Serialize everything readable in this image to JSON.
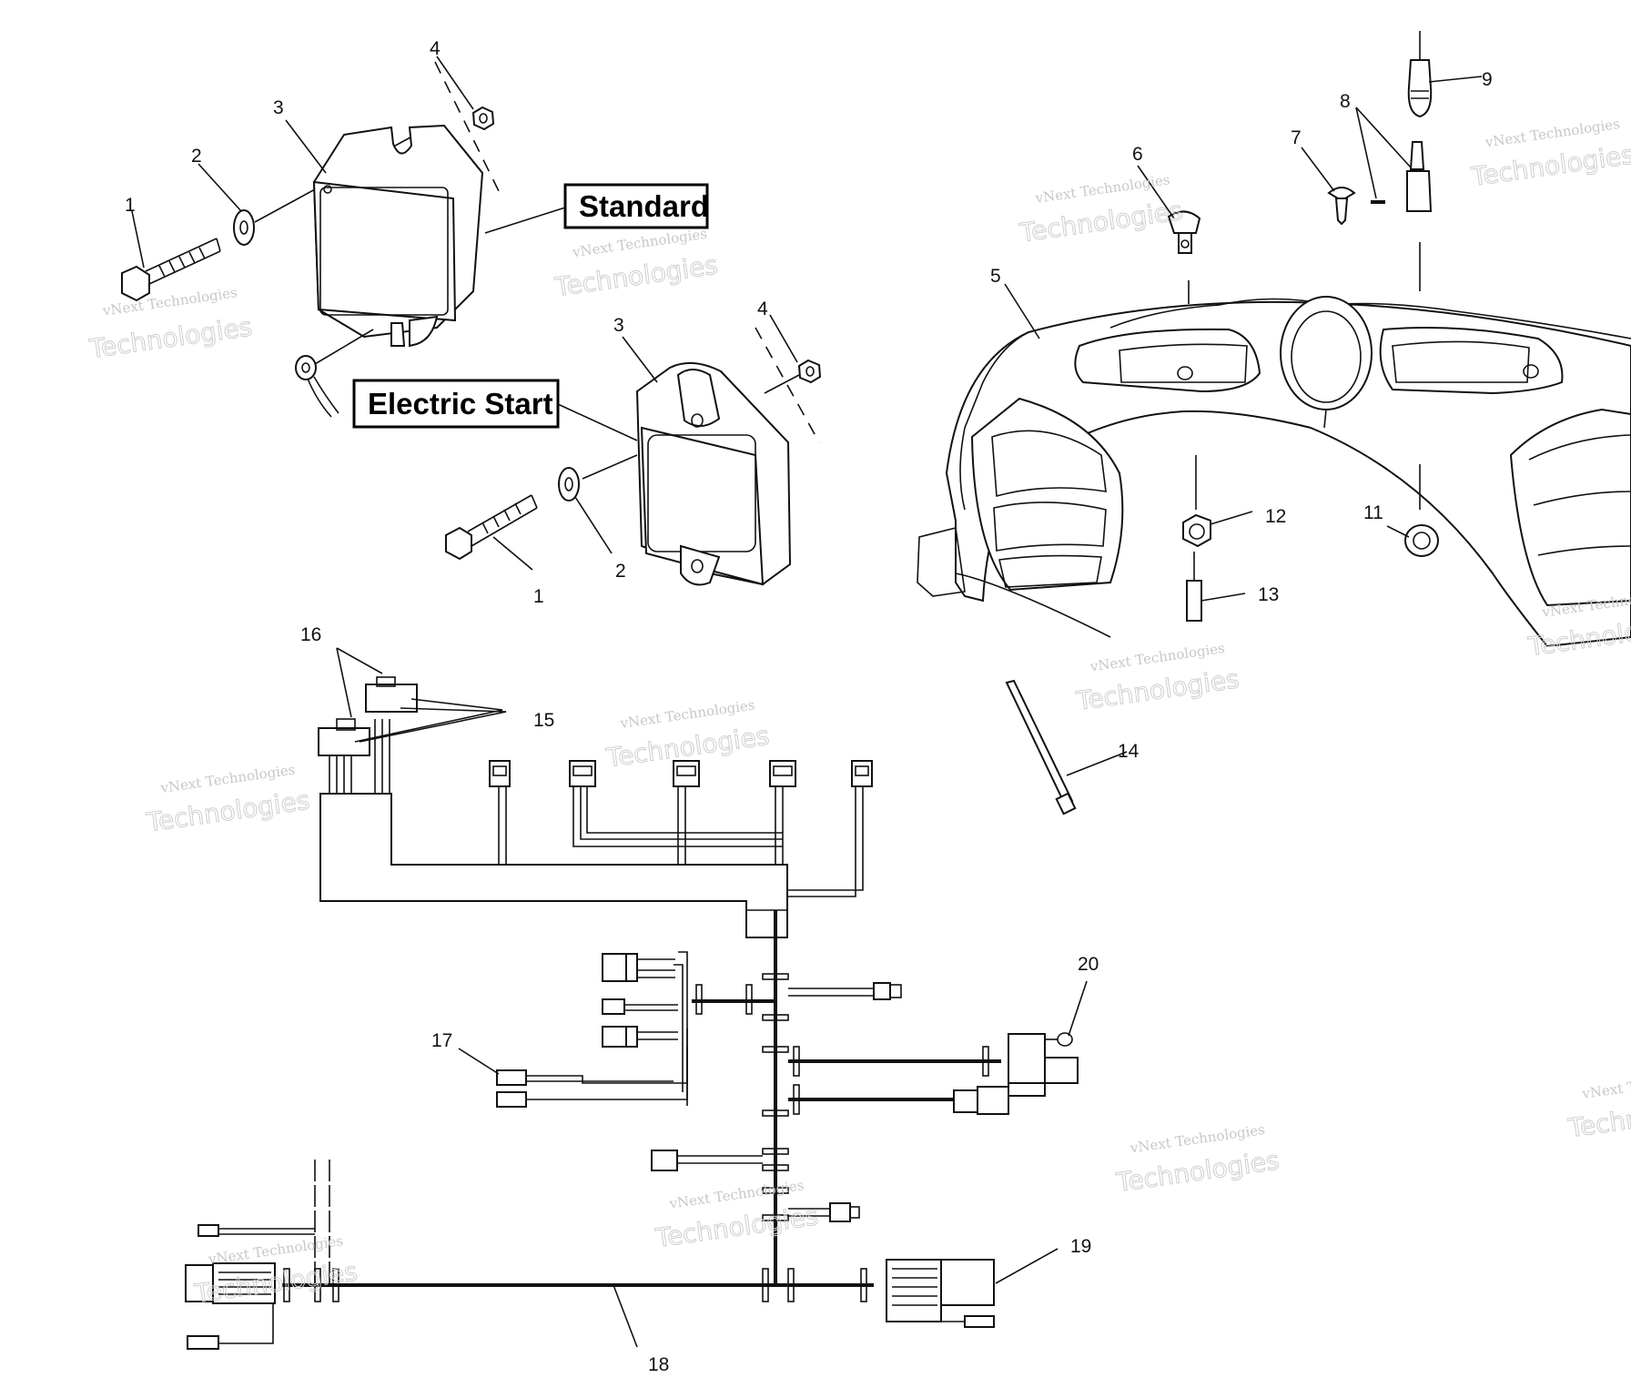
{
  "labels": {
    "standard": "Standard",
    "electric_start": "Electric Start"
  },
  "callouts": {
    "c1a": "1",
    "c2a": "2",
    "c3a": "3",
    "c4a": "4",
    "c3b": "3",
    "c4b": "4",
    "c1b": "1",
    "c2b": "2",
    "c5": "5",
    "c6": "6",
    "c7": "7",
    "c8": "8",
    "c9": "9",
    "c11": "11",
    "c12": "12",
    "c13": "13",
    "c14": "14",
    "c15": "15",
    "c16": "16",
    "c17": "17",
    "c18": "18",
    "c19": "19",
    "c20": "20"
  },
  "watermark": {
    "line1": "vNext Technologies",
    "line2": "Technologies"
  }
}
